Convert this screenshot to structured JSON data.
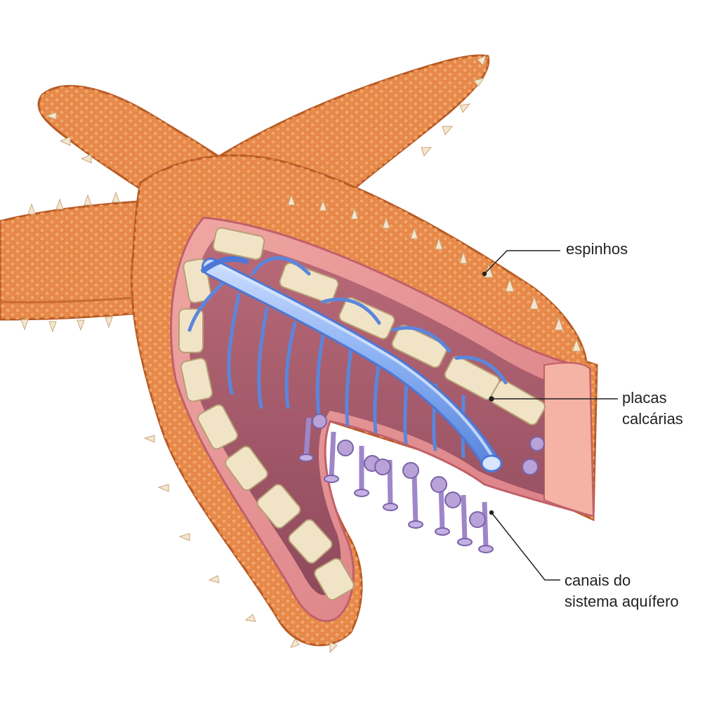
{
  "labels": {
    "spines": "espinhos",
    "plates_line1": "placas",
    "plates_line2": "calcárias",
    "canals_line1": "canais do",
    "canals_line2": "sistema aquífero"
  },
  "colors": {
    "skin": "#e98a4a",
    "skin_dark": "#c96a30",
    "skin_edge": "#b85a24",
    "bump": "#f2a56a",
    "spine": "#f4e6cf",
    "cut_wall": "#e89a98",
    "cut_inner": "#d4707a",
    "cavity": "#a85a6a",
    "plate": "#f1e4c6",
    "plate_edge": "#c9b38a",
    "canal": "#7fa8f0",
    "canal_light": "#bcd3fb",
    "canal_edge": "#4d78d6",
    "tube_foot": "#b9a2d8",
    "tube_foot_edge": "#7a62a8",
    "leader_line": "#222222"
  }
}
